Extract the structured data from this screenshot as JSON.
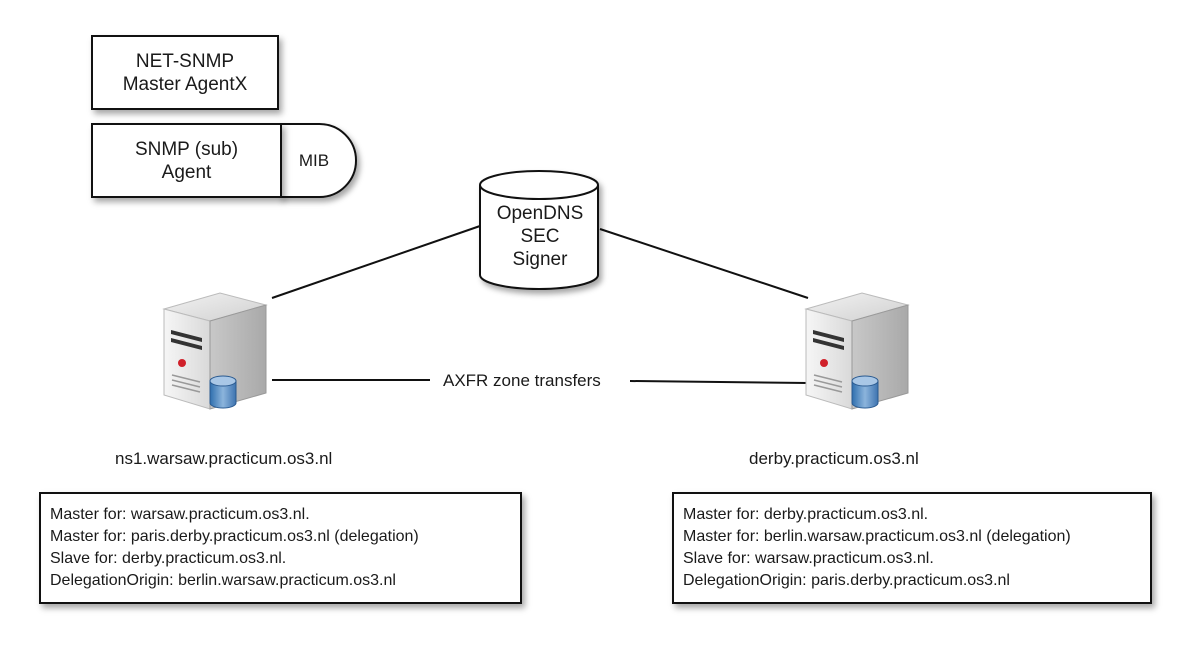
{
  "legend": {
    "master_agentx": [
      "NET-SNMP",
      "Master AgentX"
    ],
    "sub_agent": [
      "SNMP (sub)",
      "Agent"
    ],
    "mib": "MIB"
  },
  "signer": [
    "OpenDNS",
    "SEC",
    "Signer"
  ],
  "link_label": "AXFR zone transfers",
  "servers": {
    "left": {
      "hostname": "ns1.warsaw.practicum.os3.nl",
      "info": [
        "Master for: warsaw.practicum.os3.nl.",
        "Master for: paris.derby.practicum.os3.nl (delegation)",
        "Slave for: derby.practicum.os3.nl.",
        "DelegationOrigin: berlin.warsaw.practicum.os3.nl"
      ]
    },
    "right": {
      "hostname": "derby.practicum.os3.nl",
      "info": [
        "Master for: derby.practicum.os3.nl.",
        "Master for: berlin.warsaw.practicum.os3.nl (delegation)",
        "Slave for: warsaw.practicum.os3.nl.",
        "DelegationOrigin: paris.derby.practicum.os3.nl"
      ]
    }
  },
  "icons": {
    "server": "server-icon",
    "database": "database-icon"
  }
}
